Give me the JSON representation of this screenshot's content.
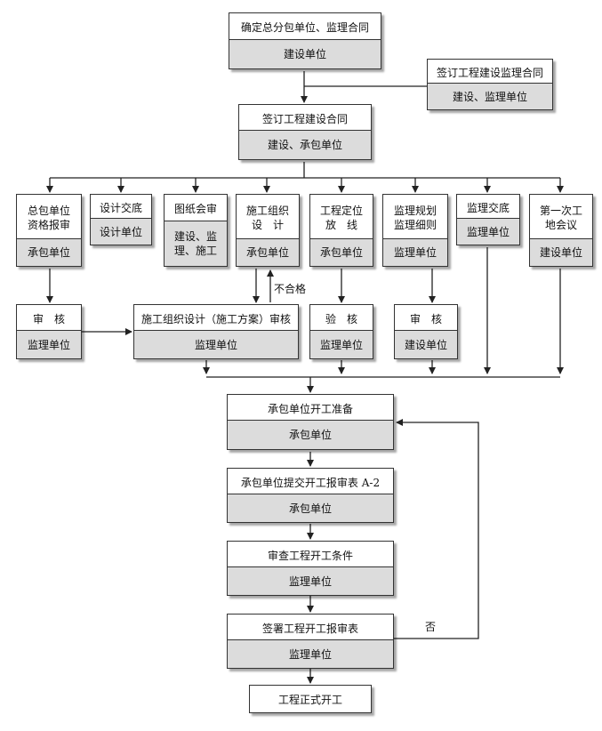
{
  "nodes": {
    "contract_top": {
      "top": "确定总分包单位、监理合同",
      "bottom": "建设单位"
    },
    "supervision_contract": {
      "top": "签订工程建设监理合同",
      "bottom": "建设、监理单位"
    },
    "construction_contract": {
      "top": "签订工程建设合同",
      "bottom": "建设、承包单位"
    },
    "qualification": {
      "top": "总包单位\n资格报审",
      "bottom": "承包单位"
    },
    "design_briefing": {
      "top": "设计交底",
      "bottom": "设计单位"
    },
    "drawing_review": {
      "top": "图纸会审",
      "bottom": "建设、监\n理、施工"
    },
    "org_design": {
      "top": "施工组织\n设　计",
      "bottom": "承包单位"
    },
    "positioning": {
      "top": "工程定位\n放　线",
      "bottom": "承包单位"
    },
    "supervision_plan": {
      "top": "监理规划\n监理细则",
      "bottom": "监理单位"
    },
    "supervision_briefing": {
      "top": "监理交底",
      "bottom": "监理单位"
    },
    "first_meeting": {
      "top": "第一次工\n地会议",
      "bottom": "建设单位"
    },
    "review1": {
      "top": "审　核",
      "bottom": "监理单位"
    },
    "org_design_review": {
      "top": "施工组织设计（施工方案）审核",
      "bottom": "监理单位"
    },
    "inspection": {
      "top": "验　核",
      "bottom": "监理单位"
    },
    "review2": {
      "top": "审　核",
      "bottom": "建设单位"
    },
    "prep": {
      "top": "承包单位开工准备",
      "bottom": "承包单位"
    },
    "submit": {
      "top": "承包单位提交开工报审表 A-2",
      "bottom": "承包单位"
    },
    "check": {
      "top": "审查工程开工条件",
      "bottom": "监理单位"
    },
    "sign": {
      "top": "签署工程开工报审表",
      "bottom": "监理单位"
    },
    "start": {
      "top": "工程正式开工"
    }
  },
  "labels": {
    "fail": "不合格",
    "no": "否"
  }
}
